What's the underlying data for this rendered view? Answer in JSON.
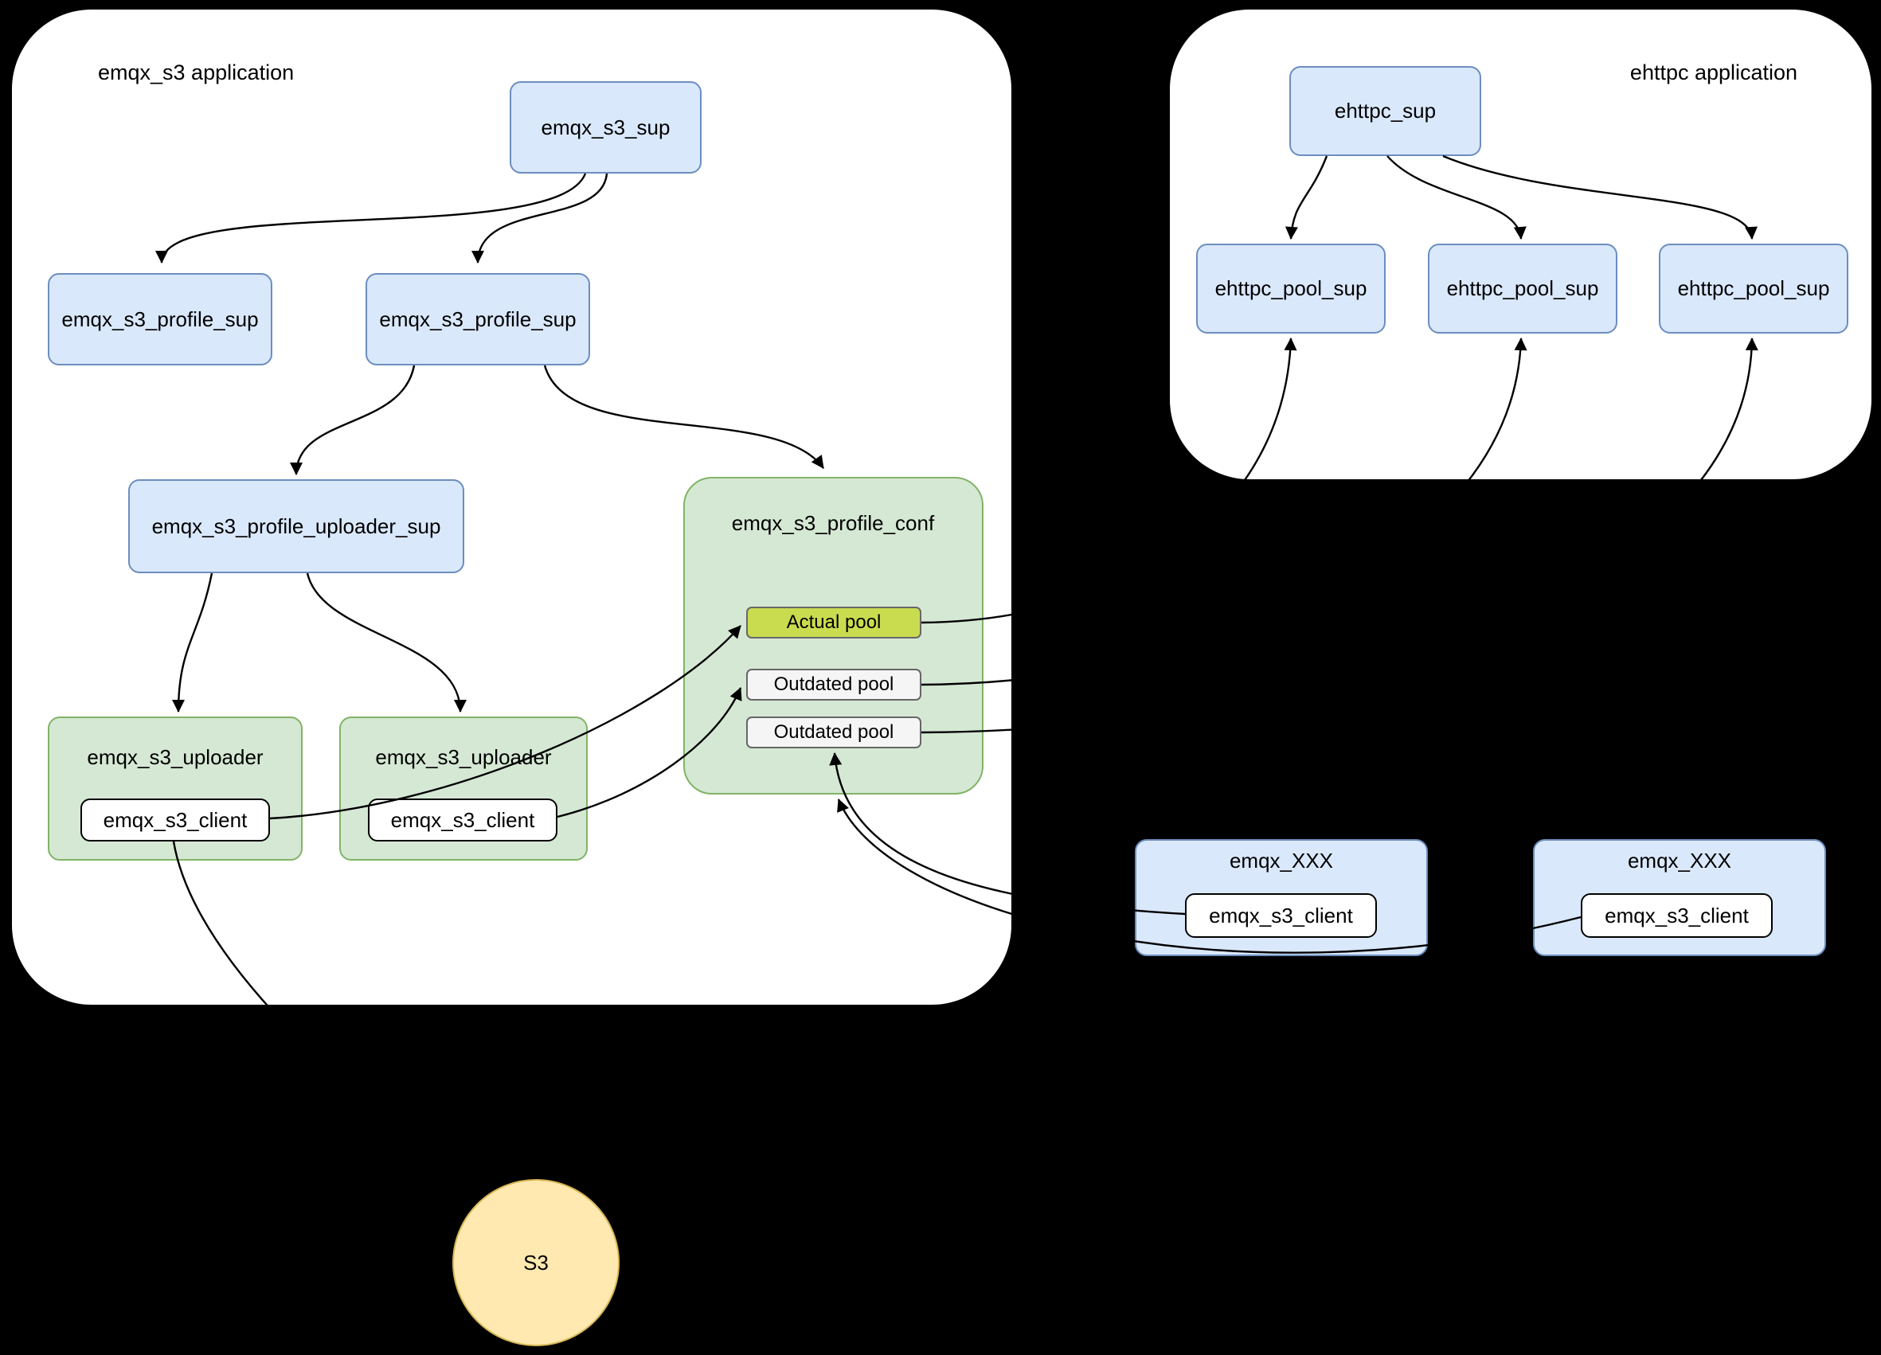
{
  "emqx_s3_app": {
    "title": "emqx_s3 application",
    "sup": "emqx_s3_sup",
    "profile_sup_left": "emqx_s3_profile_sup",
    "profile_sup_right": "emqx_s3_profile_sup",
    "uploader_sup": "emqx_s3_profile_uploader_sup",
    "profile_conf": {
      "title": "emqx_s3_profile_conf",
      "actual_pool": "Actual pool",
      "outdated_pool_1": "Outdated pool",
      "outdated_pool_2": "Outdated pool"
    },
    "uploader_left": {
      "title": "emqx_s3_uploader",
      "client": "emqx_s3_client"
    },
    "uploader_right": {
      "title": "emqx_s3_uploader",
      "client": "emqx_s3_client"
    }
  },
  "ehttpc_app": {
    "title": "ehttpc application",
    "sup": "ehttpc_sup",
    "pool_sup_1": "ehttpc_pool_sup",
    "pool_sup_2": "ehttpc_pool_sup",
    "pool_sup_3": "ehttpc_pool_sup"
  },
  "external": {
    "xxx_left": {
      "title": "emqx_XXX",
      "client": "emqx_s3_client"
    },
    "xxx_right": {
      "title": "emqx_XXX",
      "client": "emqx_s3_client"
    },
    "s3_label": "S3"
  },
  "colors": {
    "background": "#000000",
    "container_fill": "#ffffff",
    "node_blue_fill": "#dae8fc",
    "node_blue_border": "#6c8ebf",
    "node_green_fill": "#d5e8d4",
    "node_green_border": "#82b366",
    "actual_pool_fill": "#c9dc4f",
    "outdated_pool_fill": "#f5f5f5",
    "client_fill": "#ffffff",
    "s3_fill": "#ffe9b0",
    "s3_border": "#d6b656",
    "edge_color": "#000000"
  }
}
